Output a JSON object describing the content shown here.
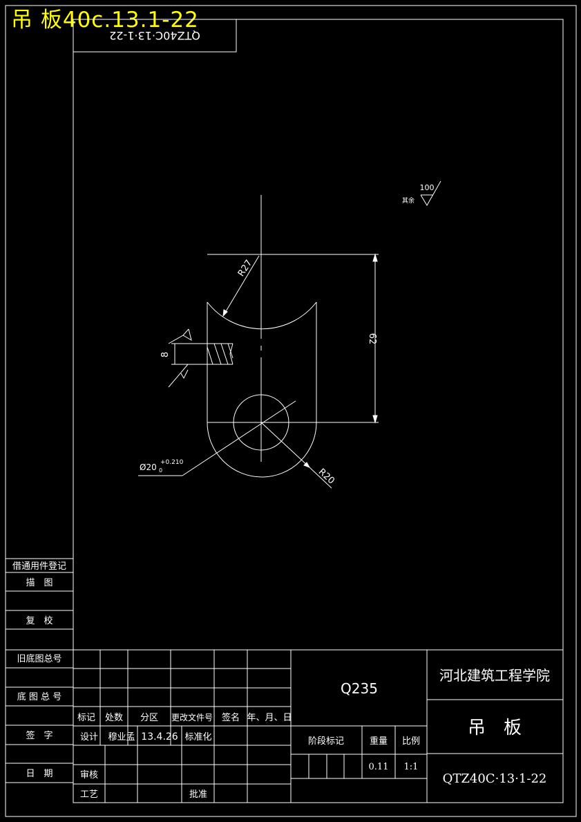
{
  "overlay_title": "吊 板40c.13.1-22",
  "mirrored_code": "QTZ40C·13·1-22",
  "roughness": {
    "value": "100",
    "note": "其余"
  },
  "dimensions": {
    "r27": "R27",
    "h62": "62",
    "t8": "8",
    "r20": "R20",
    "dia_prefix": "Ø20",
    "dia_upper": "+0.210",
    "dia_lower": "0"
  },
  "left_strip": [
    "借通用件登记",
    "描　图",
    "复　校",
    "旧底图总号",
    "底 图 总 号",
    "签　字",
    "日　期"
  ],
  "title_block": {
    "headers": [
      "标记",
      "处数",
      "分区",
      "更改文件号",
      "签名",
      "年、月、日"
    ],
    "design_label": "设计",
    "designer": "穆业孟",
    "date": "13.4.26",
    "standard": "标准化",
    "review": "审核",
    "process": "工艺",
    "approve": "批准",
    "material": "Q235",
    "stage_mark": "阶段标记",
    "weight_label": "重量",
    "scale_label": "比例",
    "weight": "0.11",
    "scale": "1:1",
    "school": "河北建筑工程学院",
    "part_name": "吊　板",
    "drawing_no": "QTZ40C·13·1-22"
  }
}
